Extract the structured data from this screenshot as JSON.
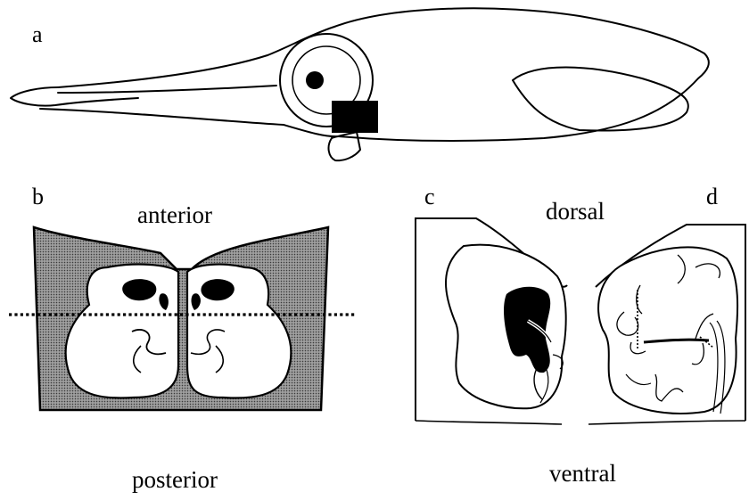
{
  "panels": {
    "a": "a",
    "b": "b",
    "c": "c",
    "d": "d"
  },
  "labels": {
    "anterior": "anterior",
    "posterior": "posterior",
    "dorsal": "dorsal",
    "ventral": "ventral"
  }
}
